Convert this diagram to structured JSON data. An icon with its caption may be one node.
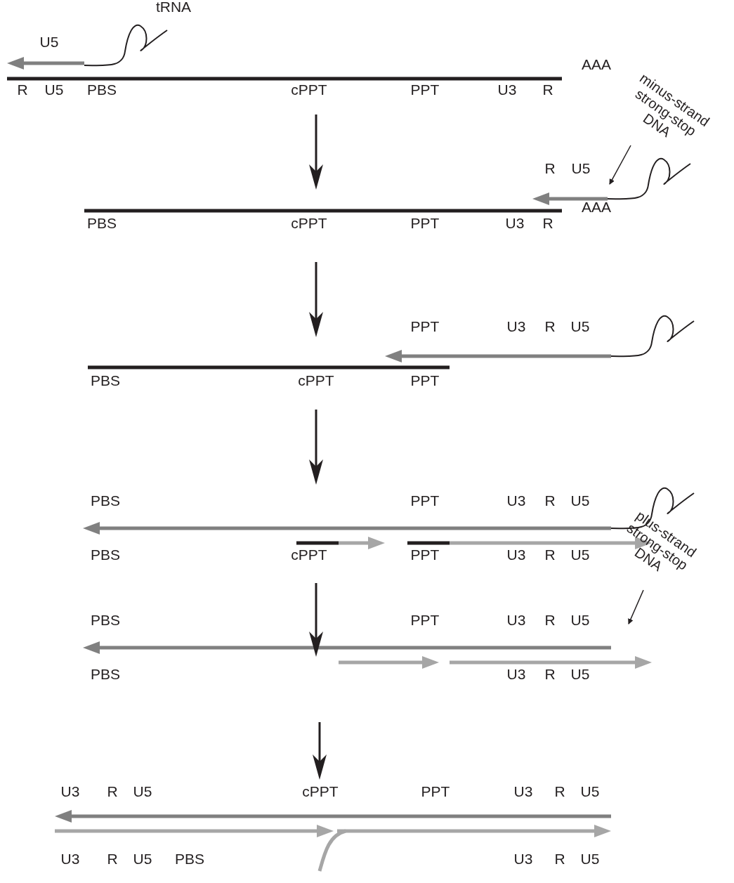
{
  "diagram": {
    "nodes": [
      {
        "text": [
          "minus-strand strong-stop DNA"
        ]
      },
      {
        "text": [
          "plus-strand strong-stop DNA"
        ]
      }
    ],
    "edges": [
      {
        "from": 0,
        "to": null,
        "arrow": "to"
      },
      {
        "from": 1,
        "to": null,
        "arrow": "to"
      }
    ],
    "labels": [
      "tRNA",
      "U5",
      "AAA",
      "R",
      "U5",
      "PBS",
      "cPPT",
      "PPT",
      "U3",
      "R",
      "R",
      "U5",
      "AAA",
      "PBS",
      "cPPT",
      "PPT",
      "U3",
      "R",
      "PPT",
      "U3",
      "R",
      "U5",
      "PBS",
      "cPPT",
      "PPT",
      "PBS",
      "PPT",
      "U3",
      "R",
      "U5",
      "PBS",
      "cPPT",
      "PPT",
      "U3",
      "R",
      "U5",
      "PBS",
      "PPT",
      "U3",
      "R",
      "U5",
      "PBS",
      "U3",
      "R",
      "U5",
      "U3",
      "R",
      "U5",
      "cPPT",
      "PPT",
      "U3",
      "R",
      "U5",
      "U3",
      "R",
      "U5",
      "PBS",
      "U3",
      "R",
      "U5"
    ]
  }
}
